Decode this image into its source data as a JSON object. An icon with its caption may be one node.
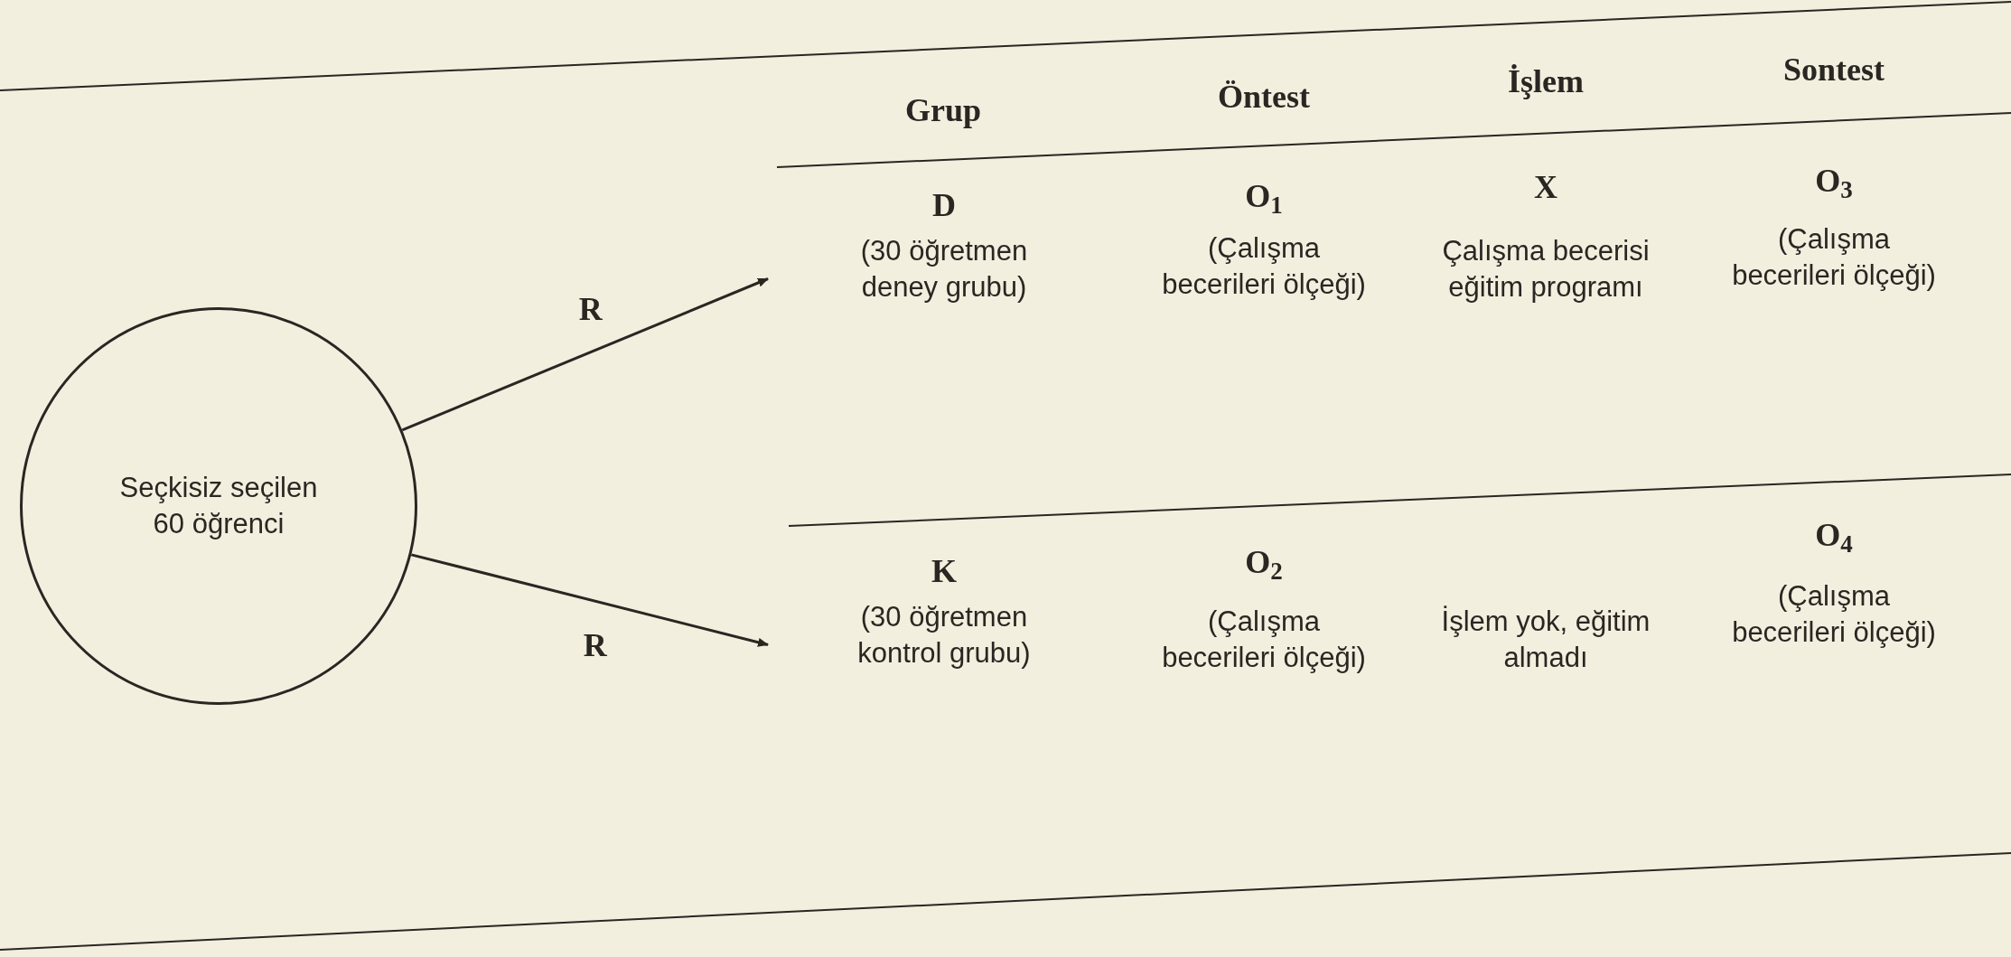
{
  "diagram": {
    "nodes": [
      {
        "text": [
          "Seçkisiz seçilen 60 öğrenci"
        ]
      },
      {
        "text": [
          "D",
          "(30 öğretmen deney grubu)"
        ]
      },
      {
        "text": [
          "K",
          "(30 öğretmen kontrol grubu)"
        ]
      }
    ],
    "edges": [
      {
        "from": 0,
        "to": 1,
        "arrow": "to",
        "label": "R"
      },
      {
        "from": 0,
        "to": 2,
        "arrow": "to",
        "label": "R"
      }
    ],
    "labels": [
      "Grup",
      "Öntest",
      "İşlem",
      "Sontest",
      "O$_{1}$",
      "(Çalışma becerileri ölçeği)",
      "X",
      "Çalışma becerisi eğitim programı",
      "O$_{3}$",
      "(Çalışma becerileri ölçeği)",
      "O$_{2}$",
      "(Çalışma becerileri ölçeği)",
      "İşlem yok, eğitim almadı",
      "O$_{4}$",
      "(Çalışma becerileri ölçeği)"
    ]
  }
}
